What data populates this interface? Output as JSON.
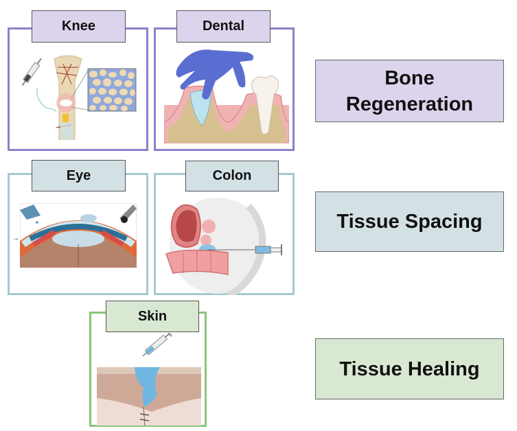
{
  "applications": [
    {
      "id": "knee",
      "label": "Knee",
      "category": "bone",
      "illustration": "bone-injection-icon"
    },
    {
      "id": "dental",
      "label": "Dental",
      "category": "bone",
      "illustration": "dental-graft-icon"
    },
    {
      "id": "eye",
      "label": "Eye",
      "category": "spacing",
      "illustration": "eye-cross-section-icon"
    },
    {
      "id": "colon",
      "label": "Colon",
      "category": "spacing",
      "illustration": "colon-injection-icon"
    },
    {
      "id": "skin",
      "label": "Skin",
      "category": "healing",
      "illustration": "skin-wound-icon"
    }
  ],
  "categories": {
    "bone": {
      "label": "Bone Regeneration",
      "line1": "Bone",
      "line2": "Regeneration",
      "color": "#8f7fc9",
      "fill": "#dcd4ec"
    },
    "spacing": {
      "label": "Tissue Spacing",
      "color": "#a5c8cf",
      "fill": "#d3e1e5"
    },
    "healing": {
      "label": "Tissue Healing",
      "color": "#8cc579",
      "fill": "#d8e8d2"
    }
  }
}
